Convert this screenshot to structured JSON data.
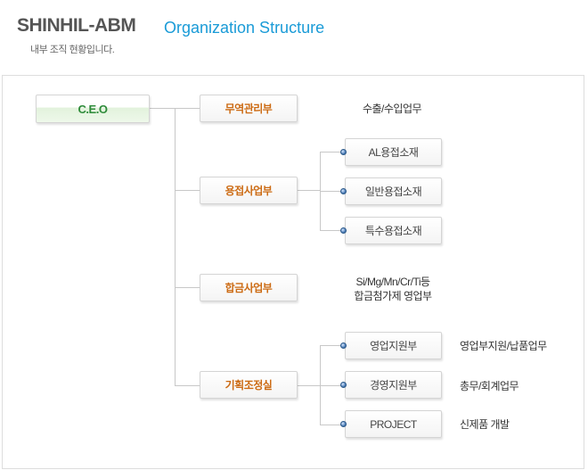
{
  "header": {
    "brand": "SHINHIL-ABM",
    "title": "Organization Structure",
    "subtitle": "내부 조직 현황입니다."
  },
  "org": {
    "ceo": "C.E.O",
    "departments": [
      {
        "name": "무역관리부",
        "note": "수출/수입업무"
      },
      {
        "name": "용접사업부",
        "teams": [
          "AL용접소재",
          "일반용접소재",
          "특수용접소재"
        ]
      },
      {
        "name": "합금사업부",
        "note_lines": [
          "Si/Mg/Mn/Cr/Ti등",
          "합금첨가제 영업부"
        ]
      },
      {
        "name": "기획조정실",
        "teams": [
          {
            "name": "영업지원부",
            "note": "영업부지원/납품업무"
          },
          {
            "name": "경영지원부",
            "note": "총무/회계업무"
          },
          {
            "name": "PROJECT",
            "note": "신제품 개발"
          }
        ]
      }
    ]
  },
  "colors": {
    "brand": "#555555",
    "title": "#1a9bd7",
    "ceo_text": "#2e8b3a",
    "dept_text": "#cc6a12",
    "connector": "#c8c8c8"
  },
  "icons": [
    "bullet-dot-icon"
  ]
}
